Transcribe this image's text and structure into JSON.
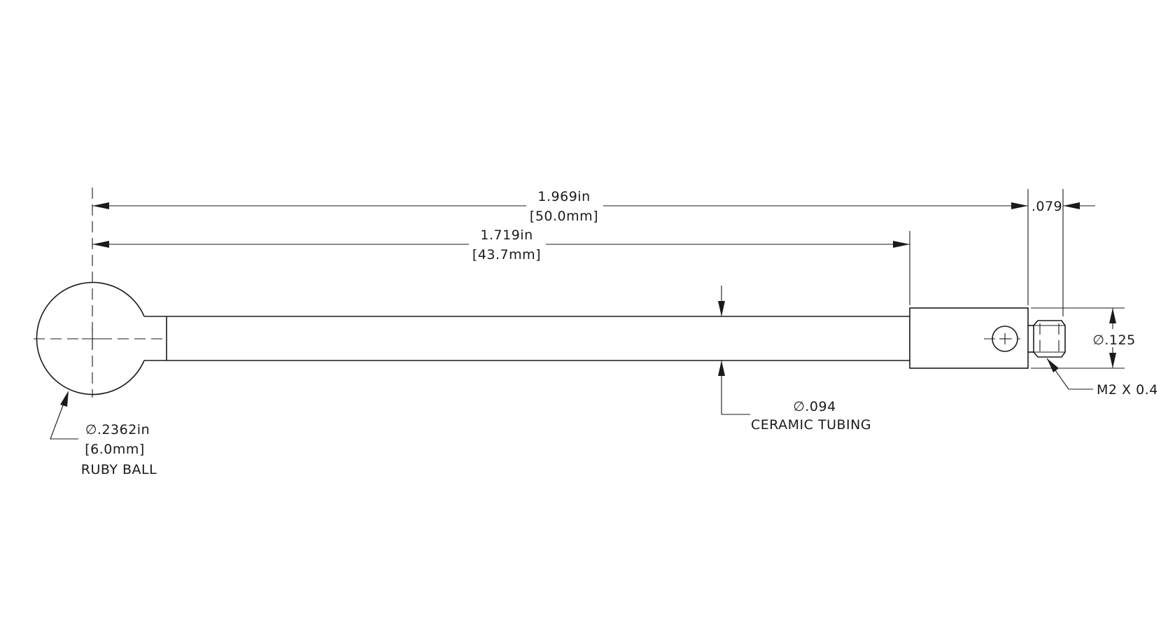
{
  "dimensions": {
    "overall_length_in": "1.969in",
    "overall_length_mm": "[50.0mm]",
    "shaft_length_in": "1.719in",
    "shaft_length_mm": "[43.7mm]",
    "thread_length": ".079",
    "body_diameter": "∅.125"
  },
  "callouts": {
    "ball_diameter_in": "∅.2362in",
    "ball_diameter_mm": "[6.0mm]",
    "ball_material": "RUBY BALL",
    "tube_diameter": "∅.094",
    "tube_material": "CERAMIC TUBING",
    "thread_spec": "M2 X 0.4"
  }
}
